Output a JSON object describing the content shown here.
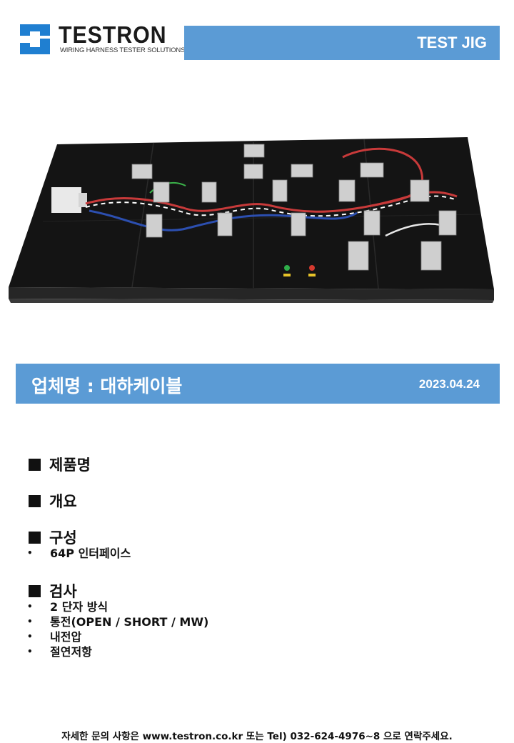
{
  "header": {
    "logo_name": "TESTRON",
    "logo_tagline": "WIRING HARNESS TESTER SOLUTIONS",
    "doc_type": "TEST JIG"
  },
  "colors": {
    "accent": "#5b9bd5",
    "logo_blue": "#1f7fd1",
    "board": "#151515"
  },
  "company": {
    "name": "업체명 : 대하케이블",
    "date": "2023.04.24"
  },
  "sections": {
    "product": {
      "title": "제품명"
    },
    "overview": {
      "title": "개요"
    },
    "composition": {
      "title": "구성",
      "items": [
        "64P 인터페이스"
      ]
    },
    "inspection": {
      "title": "검사",
      "items": [
        "2 단자 방식",
        "통전(OPEN / SHORT / MW)",
        "내전압",
        "절연저항"
      ]
    }
  },
  "bullet_glyph": "•",
  "footer": {
    "text": "자세한 문의 사항은 www.testron.co.kr 또는 Tel) 032-624-4976~8 으로 연락주세요."
  }
}
